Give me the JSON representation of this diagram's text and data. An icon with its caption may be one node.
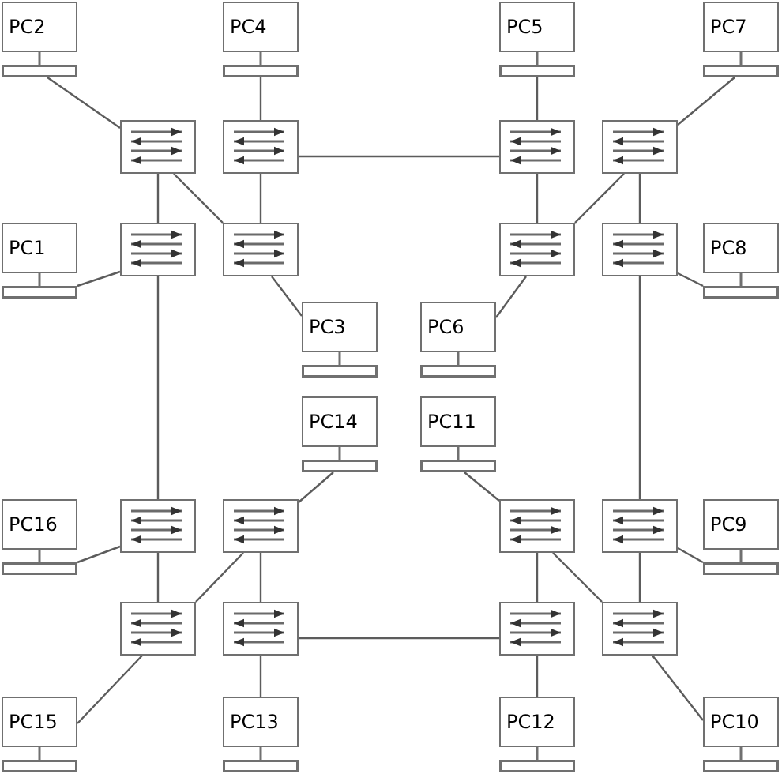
{
  "diagram": {
    "nodes": [
      {
        "text": [
          "PC2"
        ]
      },
      {
        "text": [
          "PC4"
        ]
      },
      {
        "text": [
          "PC5"
        ]
      },
      {
        "text": [
          "PC7"
        ]
      },
      {
        "text": [],
        "shape": "box"
      },
      {
        "text": [],
        "shape": "box"
      },
      {
        "text": [],
        "shape": "box"
      },
      {
        "text": [],
        "shape": "box"
      },
      {
        "text": [
          "PC1"
        ]
      },
      {
        "text": [],
        "shape": "box"
      },
      {
        "text": [],
        "shape": "box"
      },
      {
        "text": [],
        "shape": "box"
      },
      {
        "text": [],
        "shape": "box"
      },
      {
        "text": [
          "PC8"
        ]
      },
      {
        "text": [
          "PC3"
        ]
      },
      {
        "text": [
          "PC6"
        ]
      },
      {
        "text": [
          "PC14"
        ]
      },
      {
        "text": [
          "PC11"
        ]
      },
      {
        "text": [
          "PC16"
        ]
      },
      {
        "text": [],
        "shape": "box"
      },
      {
        "text": [],
        "shape": "box"
      },
      {
        "text": [],
        "shape": "box"
      },
      {
        "text": [],
        "shape": "box"
      },
      {
        "text": [
          "PC9"
        ]
      },
      {
        "text": [],
        "shape": "box"
      },
      {
        "text": [],
        "shape": "box"
      },
      {
        "text": [],
        "shape": "box"
      },
      {
        "text": [],
        "shape": "box"
      },
      {
        "text": [
          "PC15"
        ]
      },
      {
        "text": [
          "PC13"
        ]
      },
      {
        "text": [
          "PC12"
        ]
      },
      {
        "text": [
          "PC10"
        ]
      }
    ],
    "edges": [
      {
        "from": 0,
        "to": 4,
        "arrow": "none"
      },
      {
        "from": 1,
        "to": 5,
        "arrow": "none"
      },
      {
        "from": 4,
        "to": 9,
        "arrow": "none"
      },
      {
        "from": 4,
        "to": 10,
        "arrow": "none"
      },
      {
        "from": 5,
        "to": 10,
        "arrow": "none"
      },
      {
        "from": 5,
        "to": 6,
        "arrow": "none"
      },
      {
        "from": 8,
        "to": 9,
        "arrow": "none"
      },
      {
        "from": 9,
        "to": 19,
        "arrow": "none"
      },
      {
        "from": 10,
        "to": 14,
        "arrow": "none"
      },
      {
        "from": 2,
        "to": 6,
        "arrow": "none"
      },
      {
        "from": 3,
        "to": 7,
        "arrow": "none"
      },
      {
        "from": 6,
        "to": 11,
        "arrow": "none"
      },
      {
        "from": 7,
        "to": 11,
        "arrow": "none"
      },
      {
        "from": 7,
        "to": 12,
        "arrow": "none"
      },
      {
        "from": 12,
        "to": 13,
        "arrow": "none"
      },
      {
        "from": 11,
        "to": 15,
        "arrow": "none"
      },
      {
        "from": 12,
        "to": 22,
        "arrow": "none"
      },
      {
        "from": 16,
        "to": 20,
        "arrow": "none"
      },
      {
        "from": 18,
        "to": 19,
        "arrow": "none"
      },
      {
        "from": 19,
        "to": 24,
        "arrow": "none"
      },
      {
        "from": 20,
        "to": 24,
        "arrow": "none"
      },
      {
        "from": 20,
        "to": 25,
        "arrow": "none"
      },
      {
        "from": 25,
        "to": 26,
        "arrow": "none"
      },
      {
        "from": 24,
        "to": 28,
        "arrow": "none"
      },
      {
        "from": 25,
        "to": 29,
        "arrow": "none"
      },
      {
        "from": 17,
        "to": 21,
        "arrow": "none"
      },
      {
        "from": 21,
        "to": 26,
        "arrow": "none"
      },
      {
        "from": 21,
        "to": 27,
        "arrow": "none"
      },
      {
        "from": 22,
        "to": 23,
        "arrow": "none"
      },
      {
        "from": 22,
        "to": 27,
        "arrow": "none"
      },
      {
        "from": 27,
        "to": 31,
        "arrow": "none"
      },
      {
        "from": 26,
        "to": 30,
        "arrow": "none"
      }
    ]
  }
}
